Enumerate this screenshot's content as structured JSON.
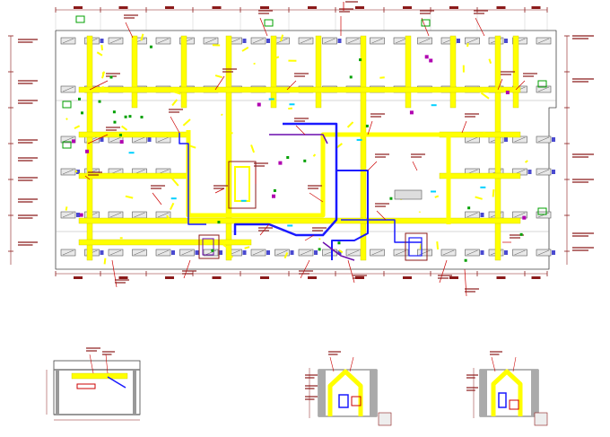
{
  "drawing": {
    "labels_unreadable": true,
    "colors": {
      "background": "#ffffff",
      "dimension": "#8b1a1a",
      "duct_supply": "#ffff00",
      "duct_outline": "#c8c800",
      "pipe_main": "#1a1aff",
      "pipe_alt": "#6a0dad",
      "leader": "#cc0000",
      "unit_fill": "#e8e8e8",
      "unit_outline": "#555555",
      "fitting_green": "#00a000",
      "fitting_cyan": "#00d0ff",
      "fitting_magenta": "#b000b0"
    },
    "views": [
      {
        "name": "floor-plan"
      },
      {
        "name": "section-a"
      },
      {
        "name": "section-b"
      },
      {
        "name": "section-c"
      }
    ]
  }
}
